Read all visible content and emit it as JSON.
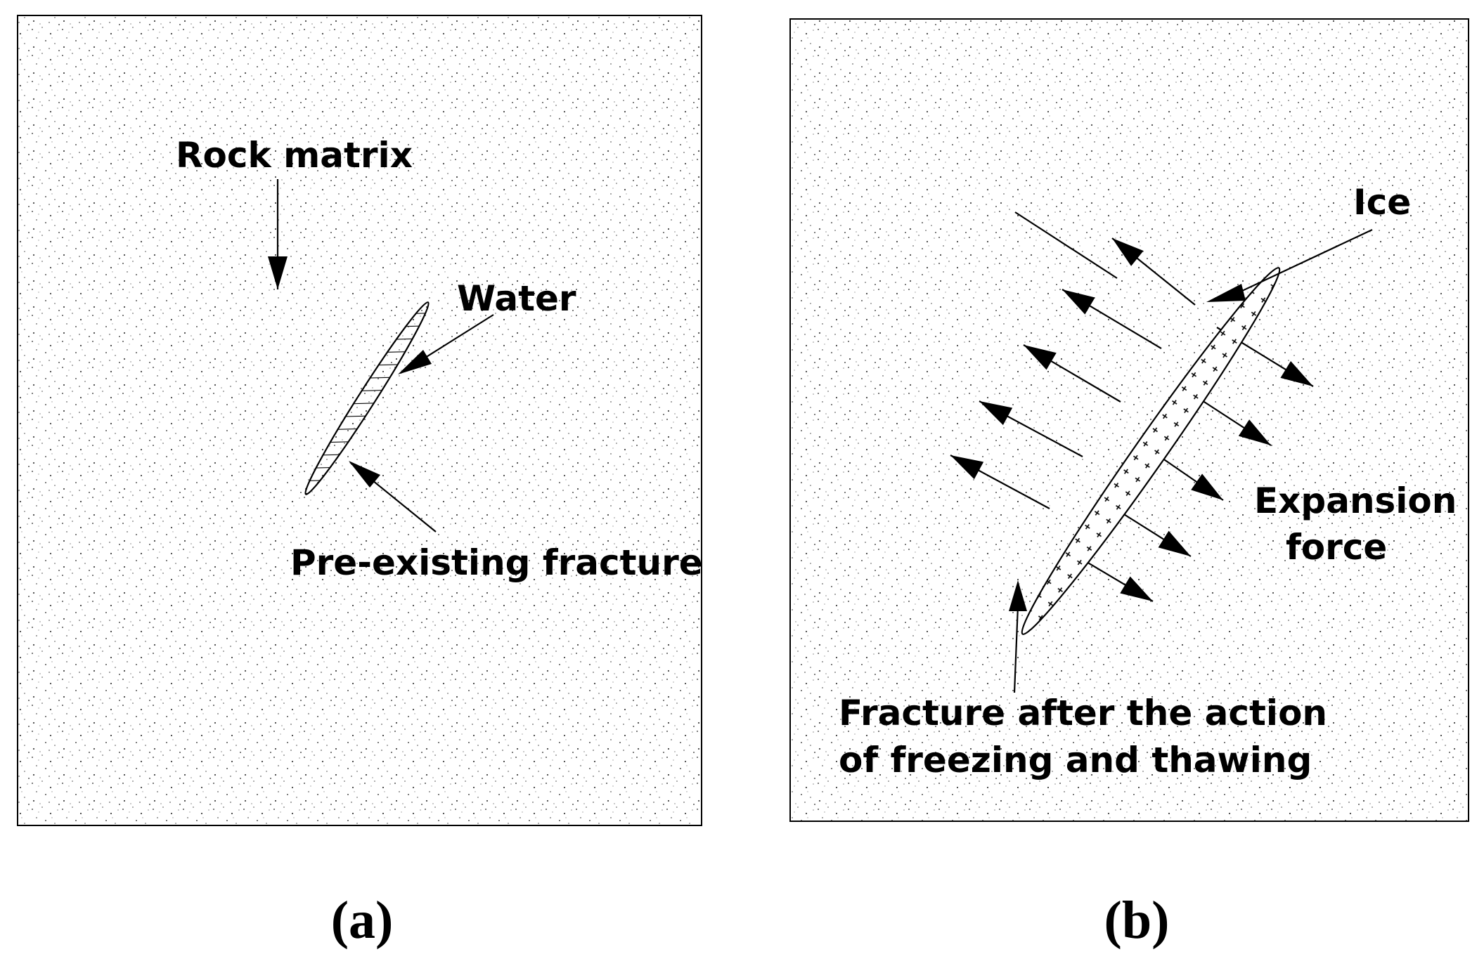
{
  "panel_a": {
    "caption": "(a)",
    "labels": {
      "rock_matrix": "Rock matrix",
      "water": "Water",
      "fracture": "Pre-existing fracture"
    }
  },
  "panel_b": {
    "caption": "(b)",
    "labels": {
      "ice": "Ice",
      "expansion_line1": "Expansion",
      "expansion_line2": "force",
      "fracture_line1": "Fracture after the action",
      "fracture_line2": "of freezing and thawing"
    }
  },
  "colors": {
    "ink": "#000000",
    "background": "#ffffff"
  }
}
